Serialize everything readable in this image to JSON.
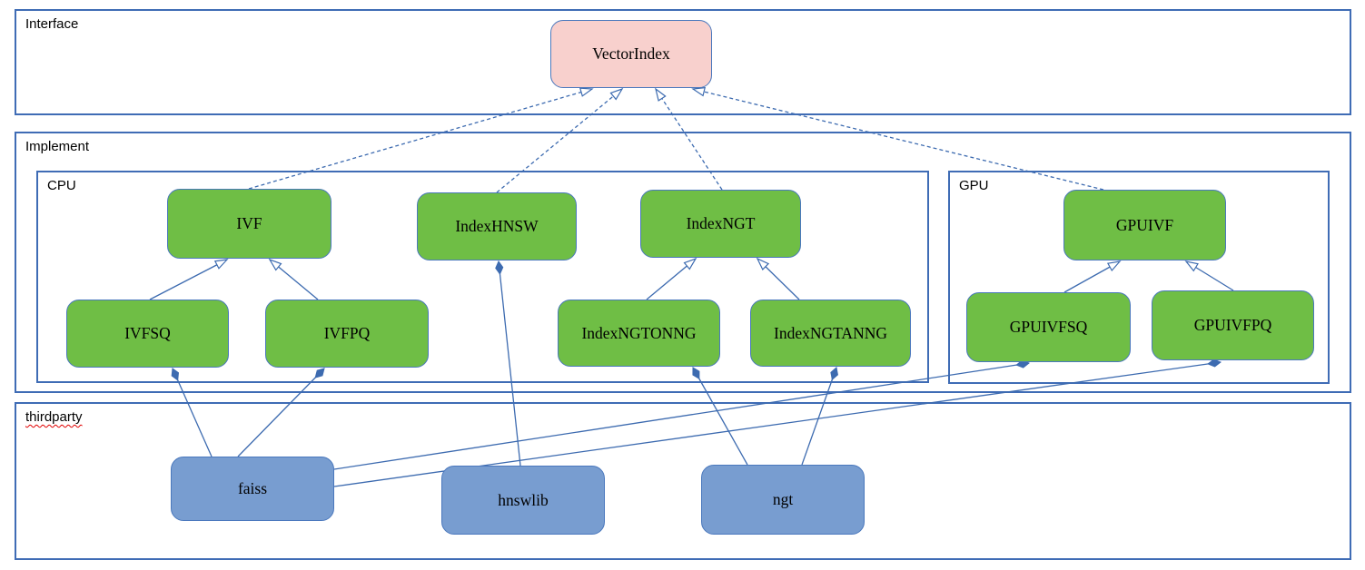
{
  "containers": {
    "interface": {
      "label": "Interface"
    },
    "implement": {
      "label": "Implement"
    },
    "cpu": {
      "label": "CPU"
    },
    "gpu": {
      "label": "GPU"
    },
    "thirdparty": {
      "label": "thirdparty",
      "spellcheck_underline": true
    }
  },
  "nodes": {
    "vectorindex": {
      "label": "VectorIndex",
      "group": "interface"
    },
    "ivf": {
      "label": "IVF",
      "group": "cpu"
    },
    "indexhnsw": {
      "label": "IndexHNSW",
      "group": "cpu"
    },
    "indexngt": {
      "label": "IndexNGT",
      "group": "cpu"
    },
    "ivfsq": {
      "label": "IVFSQ",
      "group": "cpu"
    },
    "ivfpq": {
      "label": "IVFPQ",
      "group": "cpu"
    },
    "indexngtonng": {
      "label": "IndexNGTONNG",
      "group": "cpu"
    },
    "indexngtanng": {
      "label": "IndexNGTANNG",
      "group": "cpu"
    },
    "gpuivf": {
      "label": "GPUIVF",
      "group": "gpu"
    },
    "gpuivfsq": {
      "label": "GPUIVFSQ",
      "group": "gpu"
    },
    "gpuivfpq": {
      "label": "GPUIVFPQ",
      "group": "gpu"
    },
    "faiss": {
      "label": "faiss",
      "group": "thirdparty"
    },
    "hnswlib": {
      "label": "hnswlib",
      "group": "thirdparty"
    },
    "ngt": {
      "label": "ngt",
      "group": "thirdparty"
    }
  },
  "edges": [
    {
      "from": "IVF",
      "to": "VectorIndex",
      "type": "realization-dashed-hollow-arrow"
    },
    {
      "from": "IndexHNSW",
      "to": "VectorIndex",
      "type": "realization-dashed-hollow-arrow"
    },
    {
      "from": "IndexNGT",
      "to": "VectorIndex",
      "type": "realization-dashed-hollow-arrow"
    },
    {
      "from": "GPUIVF",
      "to": "VectorIndex",
      "type": "realization-dashed-hollow-arrow"
    },
    {
      "from": "IVFSQ",
      "to": "IVF",
      "type": "generalization-hollow-arrow"
    },
    {
      "from": "IVFPQ",
      "to": "IVF",
      "type": "generalization-hollow-arrow"
    },
    {
      "from": "IndexNGTONNG",
      "to": "IndexNGT",
      "type": "generalization-hollow-arrow"
    },
    {
      "from": "IndexNGTANNG",
      "to": "IndexNGT",
      "type": "generalization-hollow-arrow"
    },
    {
      "from": "GPUIVFSQ",
      "to": "GPUIVF",
      "type": "generalization-hollow-arrow"
    },
    {
      "from": "GPUIVFPQ",
      "to": "GPUIVF",
      "type": "generalization-hollow-arrow"
    },
    {
      "from": "faiss",
      "to": "IVFSQ",
      "type": "composition-filled-diamond"
    },
    {
      "from": "faiss",
      "to": "IVFPQ",
      "type": "composition-filled-diamond"
    },
    {
      "from": "faiss",
      "to": "GPUIVFSQ",
      "type": "composition-filled-diamond"
    },
    {
      "from": "faiss",
      "to": "GPUIVFPQ",
      "type": "composition-filled-diamond"
    },
    {
      "from": "hnswlib",
      "to": "IndexHNSW",
      "type": "composition-filled-diamond"
    },
    {
      "from": "ngt",
      "to": "IndexNGTONNG",
      "type": "composition-filled-diamond"
    },
    {
      "from": "ngt",
      "to": "IndexNGTANNG",
      "type": "composition-filled-diamond"
    }
  ],
  "colors": {
    "background": "#ffffff",
    "interface_fill": "#f8d0cd",
    "implementation_fill": "#6fbe45",
    "thirdparty_fill": "#789dd0",
    "node_border": "#4a78bd",
    "frame_border": "#3f6cb5",
    "connector": "#3d6bb0",
    "spellcheck": "#e00000",
    "text": "#000000"
  }
}
